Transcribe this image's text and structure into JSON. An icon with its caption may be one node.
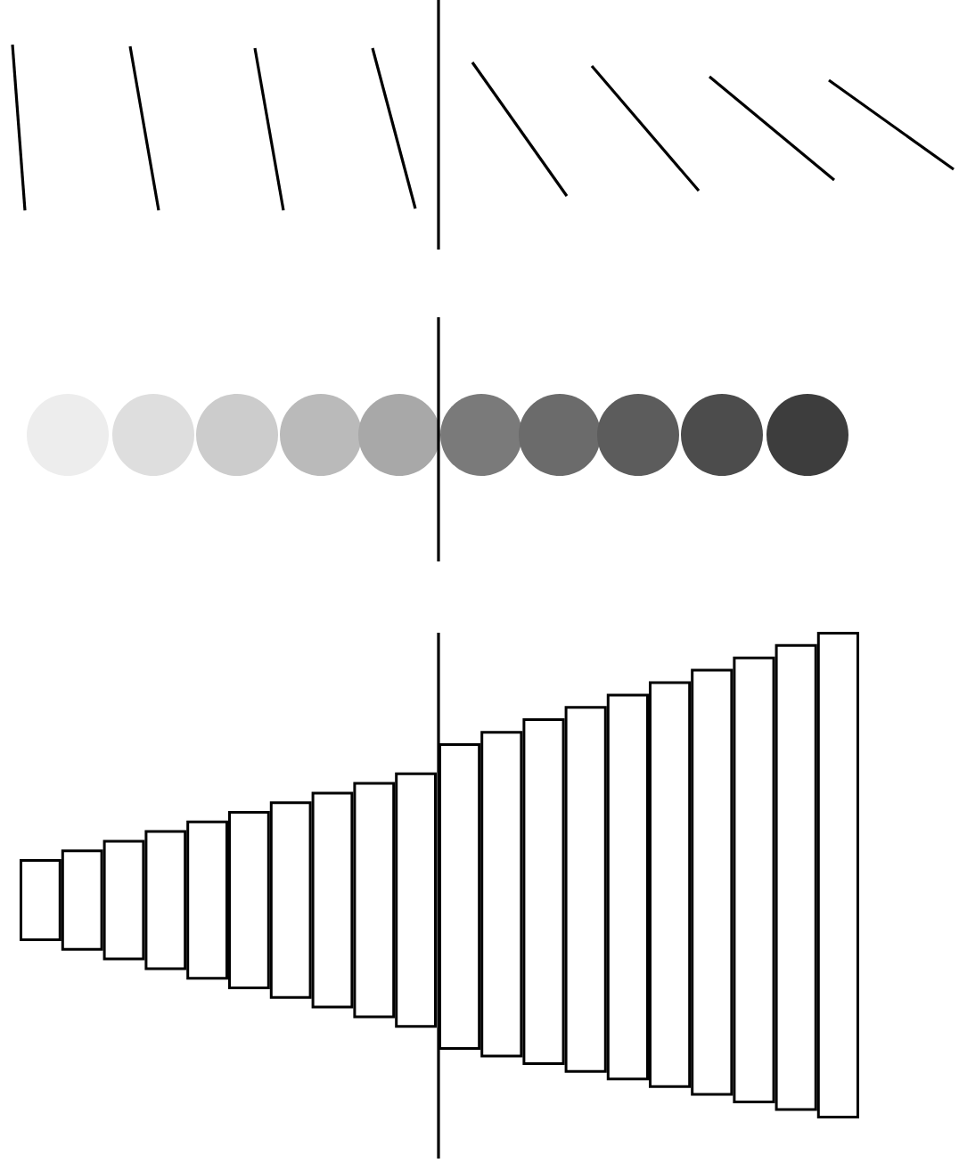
{
  "diagram": {
    "nodes": [
      {
        "text": [],
        "shape": "circle"
      },
      {
        "text": [],
        "shape": "circle"
      },
      {
        "text": [],
        "shape": "circle"
      },
      {
        "text": [],
        "shape": "circle"
      },
      {
        "text": [],
        "shape": "circle"
      },
      {
        "text": [],
        "shape": "circle"
      },
      {
        "text": [],
        "shape": "circle"
      },
      {
        "text": [],
        "shape": "circle"
      },
      {
        "text": [],
        "shape": "circle"
      },
      {
        "text": [],
        "shape": "circle"
      },
      {
        "text": [],
        "shape": "bar"
      },
      {
        "text": [],
        "shape": "bar"
      },
      {
        "text": [],
        "shape": "bar"
      },
      {
        "text": [],
        "shape": "bar"
      },
      {
        "text": [],
        "shape": "bar"
      },
      {
        "text": [],
        "shape": "bar"
      },
      {
        "text": [],
        "shape": "bar"
      },
      {
        "text": [],
        "shape": "bar"
      },
      {
        "text": [],
        "shape": "bar"
      },
      {
        "text": [],
        "shape": "bar"
      },
      {
        "text": [],
        "shape": "bar"
      },
      {
        "text": [],
        "shape": "bar"
      },
      {
        "text": [],
        "shape": "bar"
      },
      {
        "text": [],
        "shape": "bar"
      },
      {
        "text": [],
        "shape": "bar"
      },
      {
        "text": [],
        "shape": "bar"
      },
      {
        "text": [],
        "shape": "bar"
      },
      {
        "text": [],
        "shape": "bar"
      },
      {
        "text": [],
        "shape": "bar"
      },
      {
        "text": [],
        "shape": "bar"
      }
    ]
  }
}
